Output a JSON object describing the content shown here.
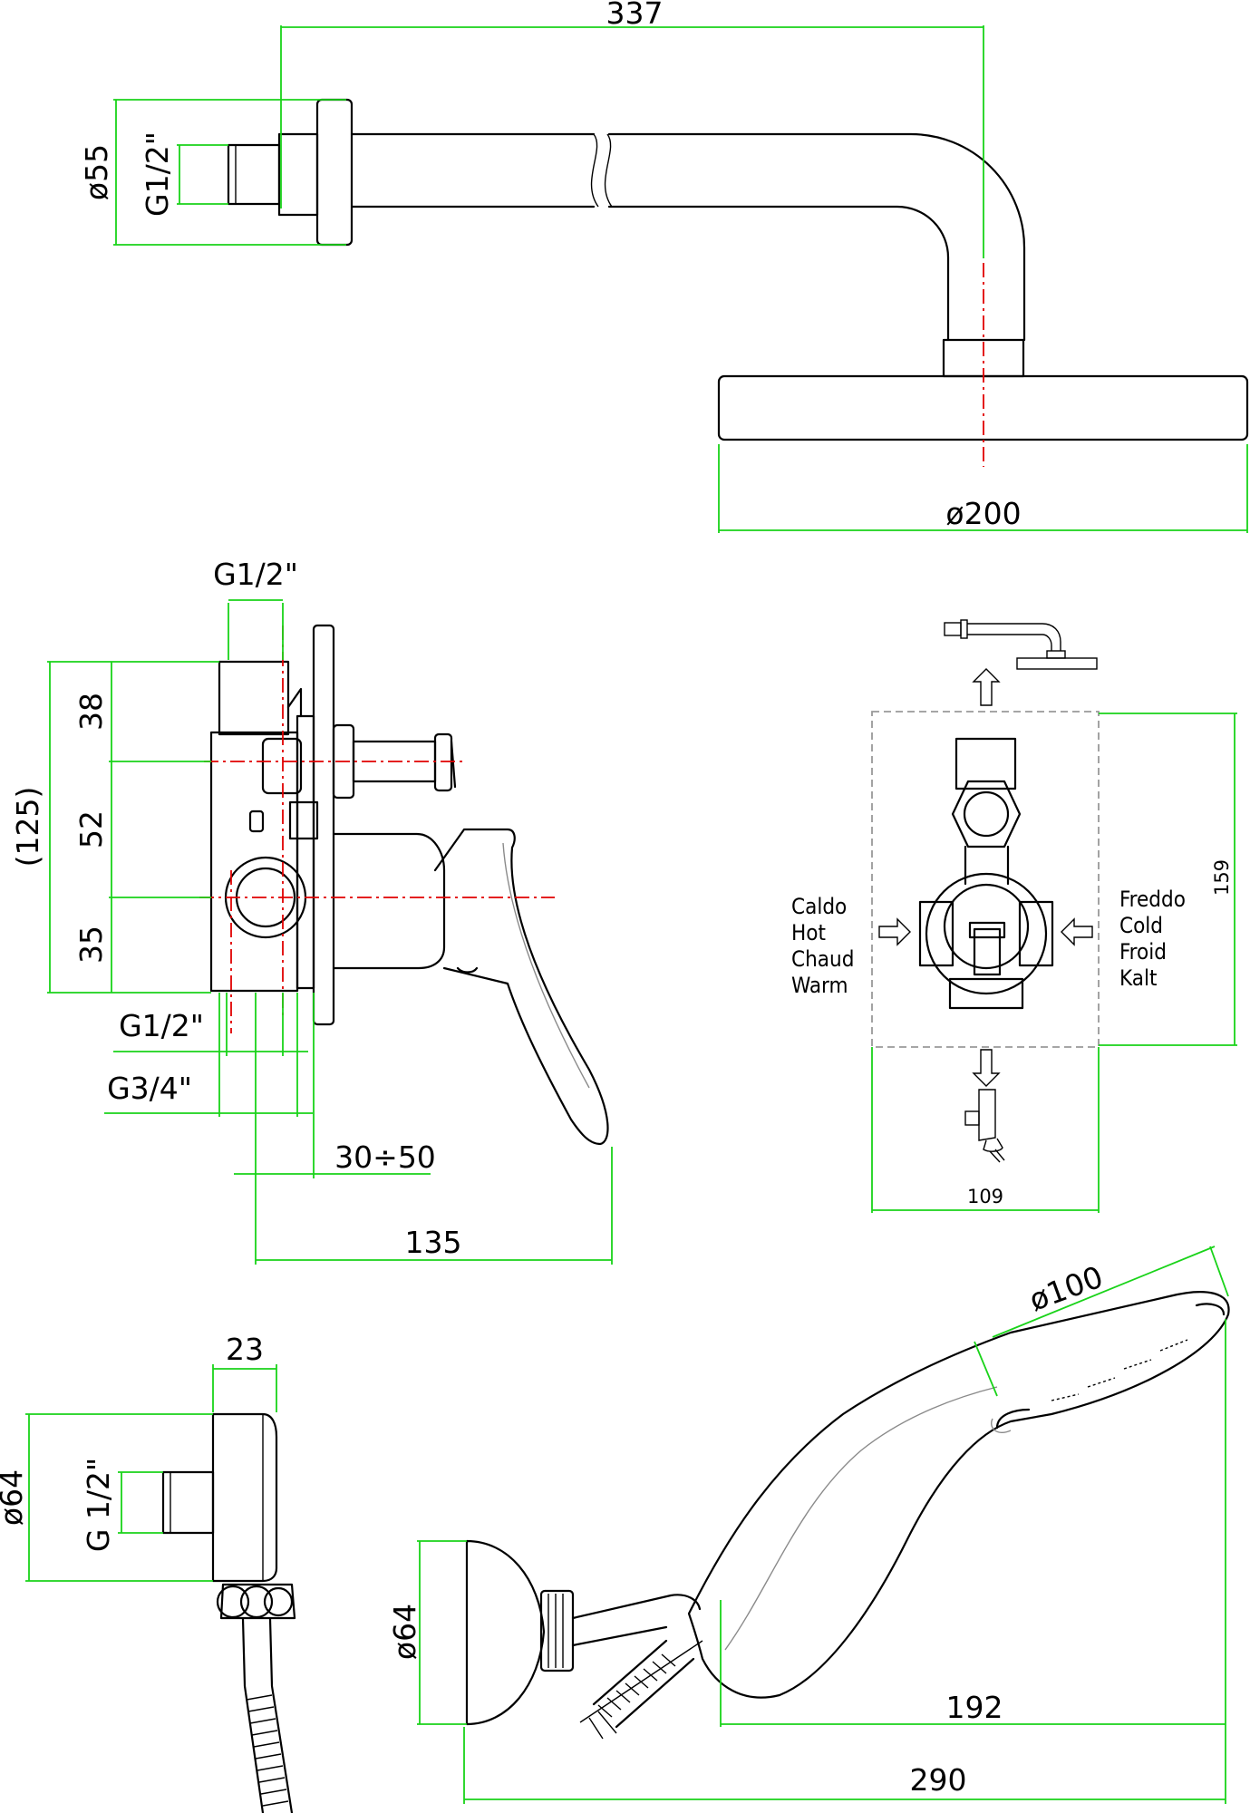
{
  "shower_arm": {
    "length": "337",
    "flange_diameter": "ø55",
    "thread": "G1/2\"",
    "head_diameter": "ø200"
  },
  "mixer_body": {
    "top_thread": "G1/2\"",
    "overall_height": "(125)",
    "upper_height": "38",
    "middle_height": "52",
    "lower_height": "35",
    "outlet_thread": "G1/2\"",
    "inlet_thread": "G3/4\"",
    "wall_depth": "30÷50",
    "projection": "135"
  },
  "flow_schematic": {
    "hot_labels": [
      "Caldo",
      "Hot",
      "Chaud",
      "Warm"
    ],
    "cold_labels": [
      "Freddo",
      "Cold",
      "Froid",
      "Kalt"
    ],
    "height": "159",
    "width": "109"
  },
  "wall_outlet": {
    "width": "23",
    "diameter": "ø64",
    "thread": "G 1/2\""
  },
  "hand_shower": {
    "head_diameter": "ø100",
    "holder_diameter": "ø64",
    "reach": "192",
    "overall_length": "290"
  },
  "colors": {
    "outline": "#000000",
    "dimension": "#19d319",
    "centerline": "#e00000",
    "hidden": "#999999"
  }
}
